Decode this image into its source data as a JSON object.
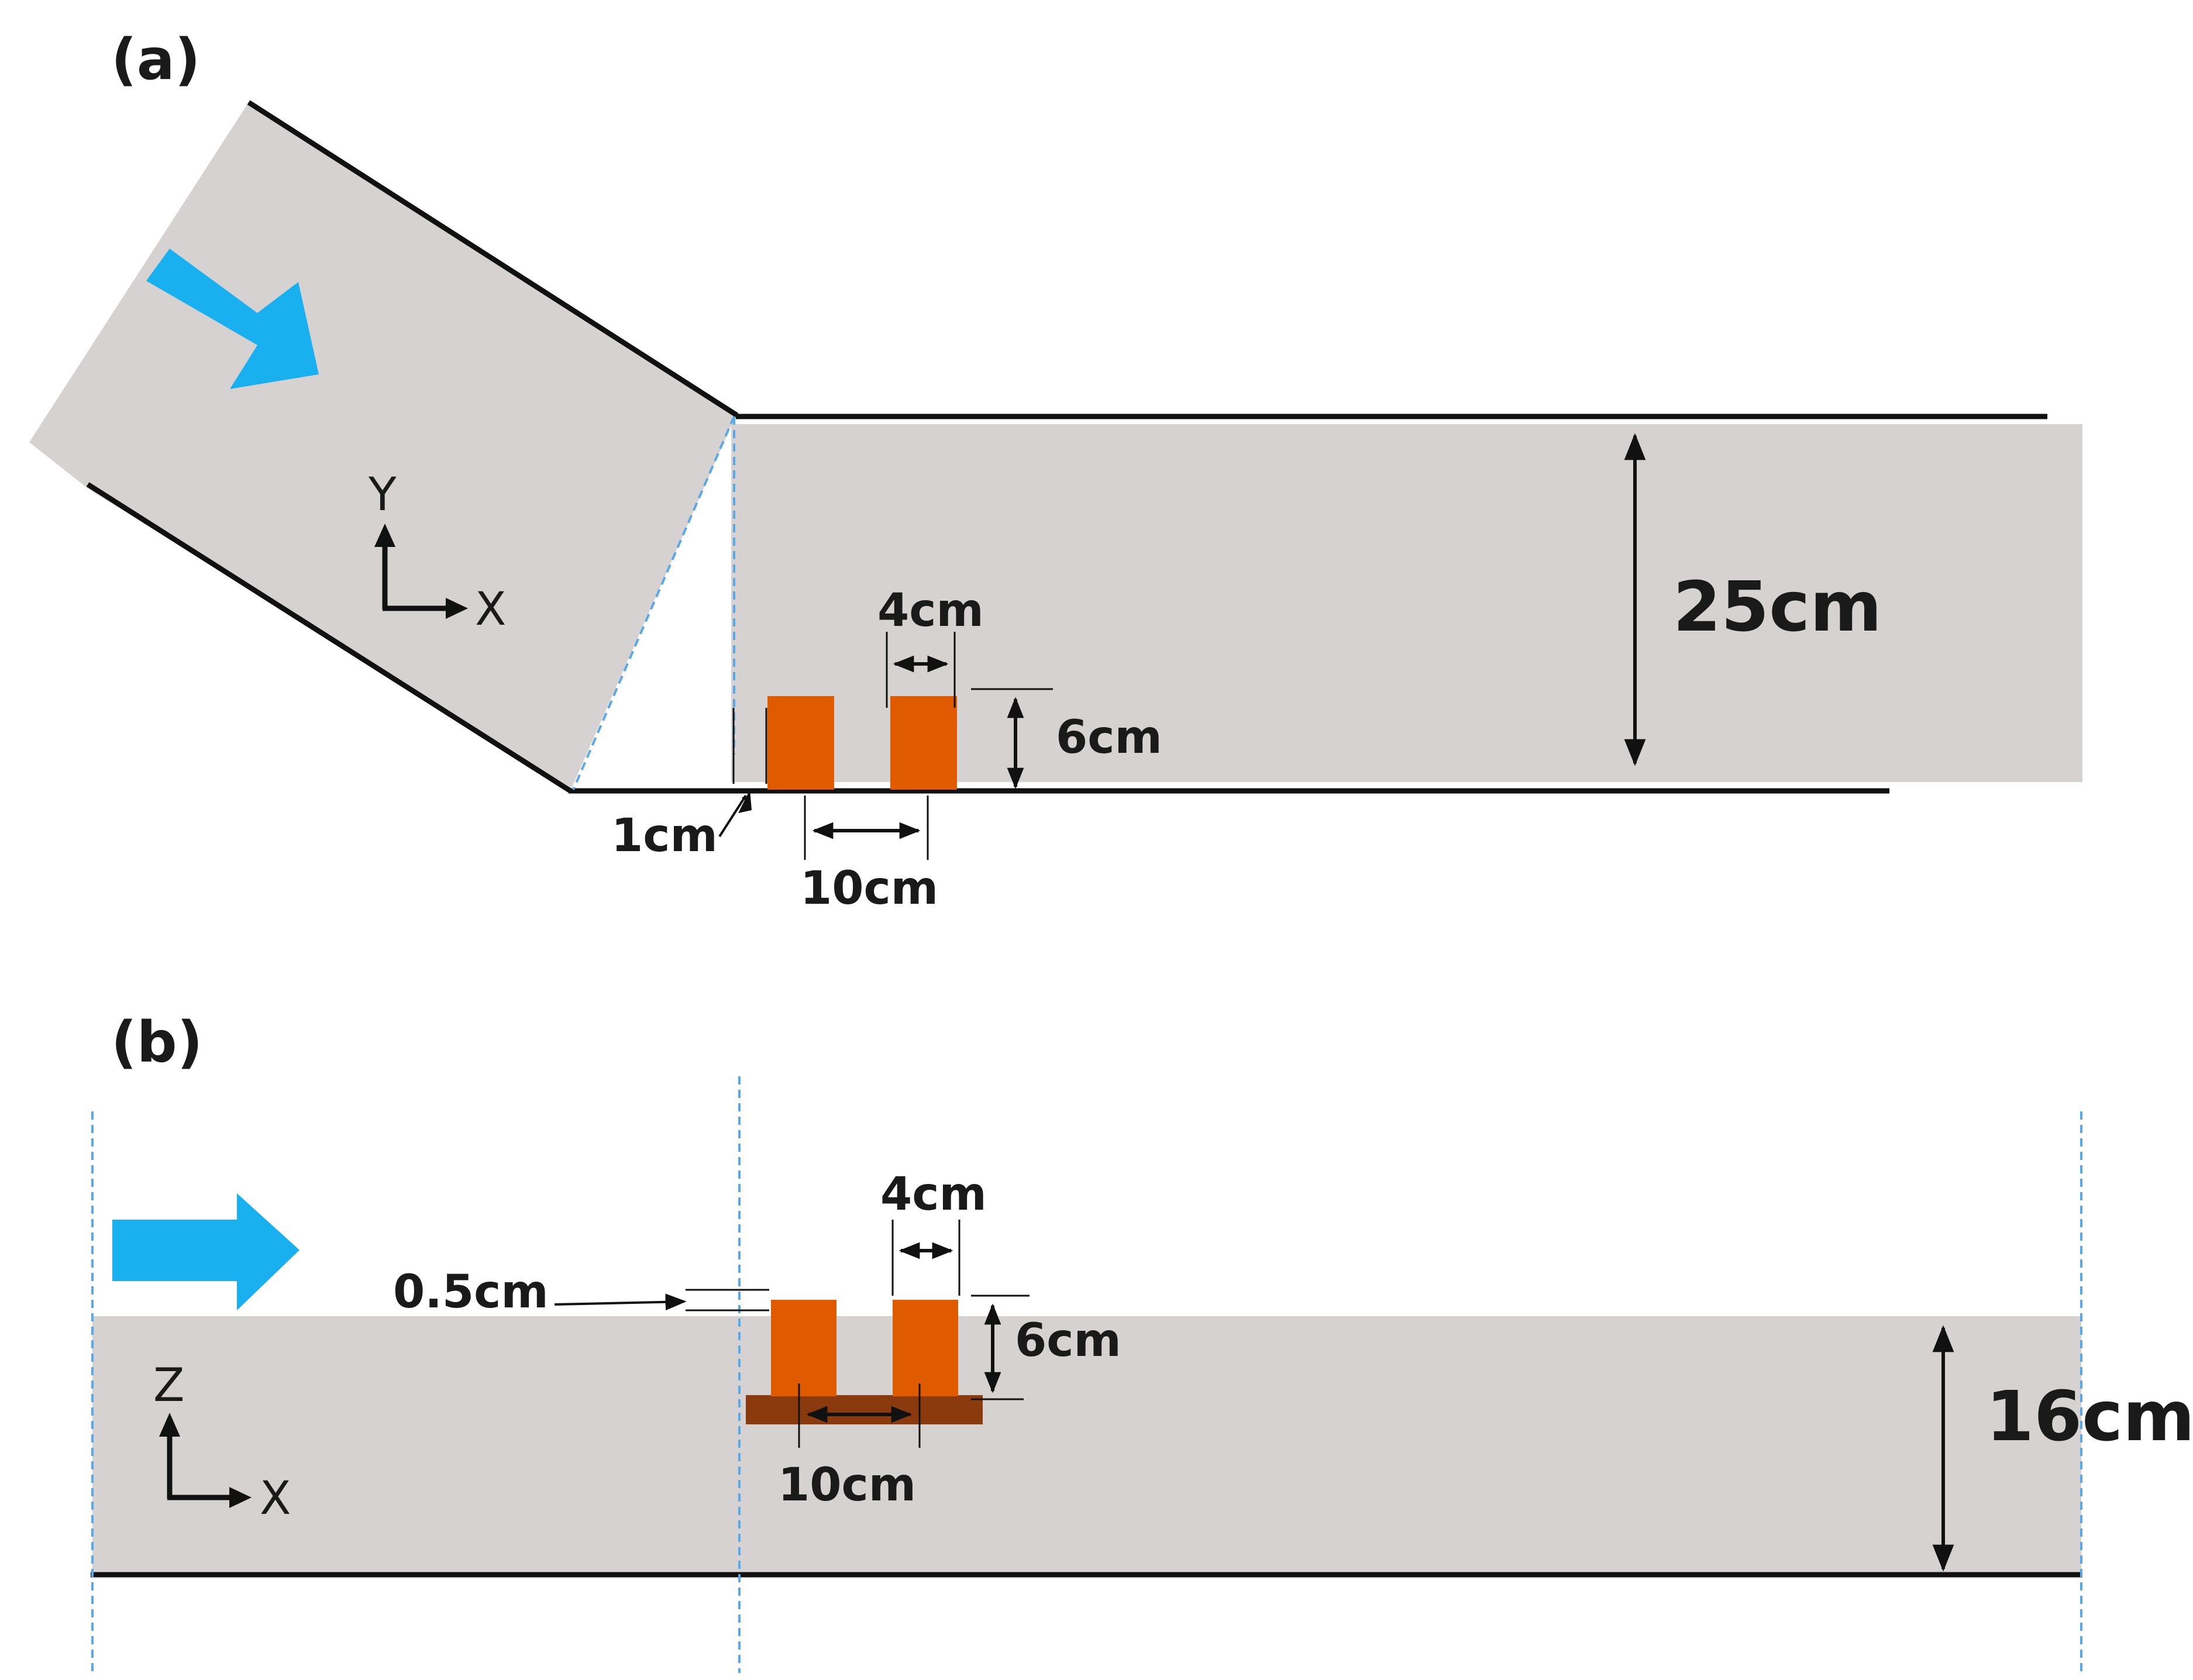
{
  "panels": {
    "a": {
      "label": "(a)"
    },
    "b": {
      "label": "(b)"
    }
  },
  "panel_a": {
    "axis_vertical": "Y",
    "axis_horizontal": "X",
    "dimensions": {
      "block_width": "4cm",
      "block_height": "6cm",
      "gap_to_edge": "1cm",
      "block_spacing": "10cm",
      "channel_width": "25cm"
    }
  },
  "panel_b": {
    "axis_vertical": "Z",
    "axis_horizontal": "X",
    "dimensions": {
      "block_width": "4cm",
      "offset": "0.5cm",
      "block_height": "6cm",
      "block_spacing": "10cm",
      "channel_depth": "16cm"
    }
  },
  "colors": {
    "channel_fill": "#d6d2d2",
    "block_fill": "#e05a00",
    "base_plate_fill": "#8b3a0e",
    "flow_arrow": "#19b0ef",
    "wall_line": "#111111",
    "guide_line": "#5aa9e6"
  },
  "icons": {
    "flow_arrow": "flow-direction-arrow"
  }
}
